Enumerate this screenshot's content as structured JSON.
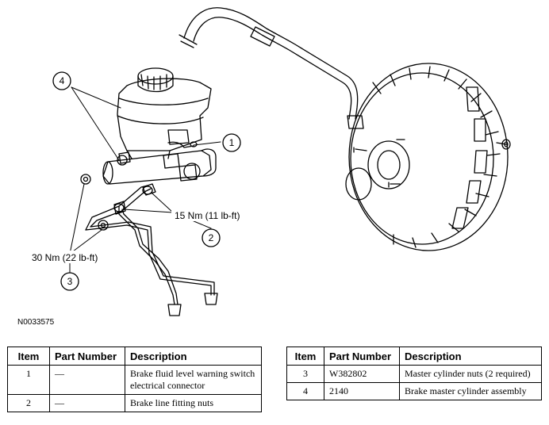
{
  "figure": {
    "id": "N0033575",
    "callouts": {
      "c1": "1",
      "c2": "2",
      "c3": "3",
      "c4": "4"
    },
    "torque_labels": {
      "fitting_nuts": "15 Nm (11 lb-ft)",
      "cylinder_nuts": "30 Nm (22 lb-ft)"
    }
  },
  "tables": {
    "headers": {
      "item": "Item",
      "part_number": "Part Number",
      "description": "Description"
    },
    "left_rows": [
      {
        "item": "1",
        "part_number": "—",
        "description": "Brake fluid level warning switch electrical connector"
      },
      {
        "item": "2",
        "part_number": "—",
        "description": "Brake line fitting nuts"
      }
    ],
    "right_rows": [
      {
        "item": "3",
        "part_number": "W382802",
        "description": "Master cylinder nuts (2 required)"
      },
      {
        "item": "4",
        "part_number": "2140",
        "description": "Brake master cylinder assembly"
      }
    ]
  }
}
